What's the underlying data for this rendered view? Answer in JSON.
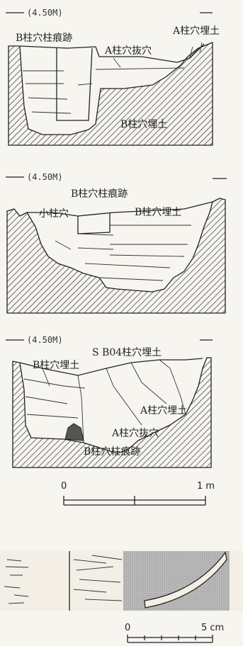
{
  "sections": [
    {
      "elevation": "(4.50M)",
      "labels": {
        "b_post_trace": "B柱穴柱痕跡",
        "a_post_pull": "A柱穴抜穴",
        "a_post_fill": "A柱穴埋土",
        "b_post_fill": "B柱穴埋土"
      }
    },
    {
      "elevation": "(4.50M)",
      "labels": {
        "b_post_trace": "B柱穴柱痕跡",
        "small_post": "小柱穴",
        "b_post_fill": "B柱穴埋土"
      }
    },
    {
      "elevation": "(4.50M)",
      "labels": {
        "sb04_fill": "S B04柱穴埋土",
        "b_post_fill": "B柱穴埋土",
        "a_post_fill": "A柱穴埋土",
        "a_post_pull": "A柱穴抜穴",
        "b_post_trace": "B柱穴柱痕跡"
      }
    }
  ],
  "scale_1m": {
    "start": "0",
    "end": "1 m"
  },
  "scale_5cm": {
    "start": "0",
    "end": "5 cm"
  }
}
